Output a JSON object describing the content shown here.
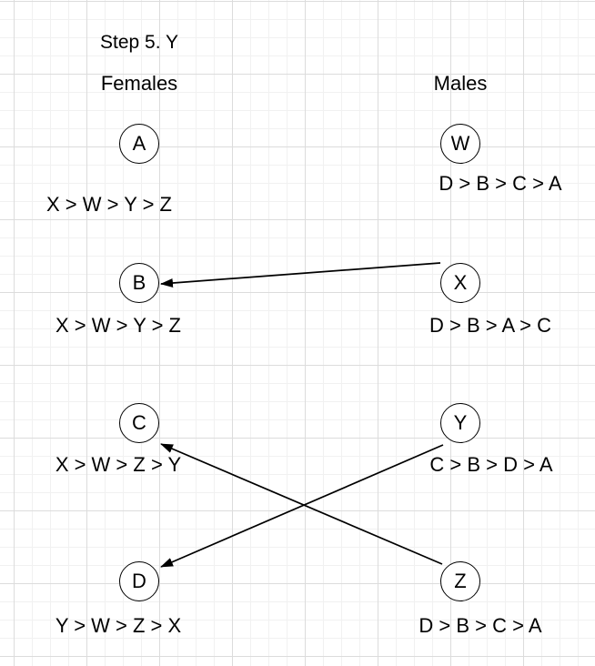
{
  "title": "Step 5. Y",
  "columns": {
    "females": "Females",
    "males": "Males"
  },
  "females": [
    {
      "id": "A",
      "prefs": "X > W > Y > Z"
    },
    {
      "id": "B",
      "prefs": "X > W > Y > Z"
    },
    {
      "id": "C",
      "prefs": "X > W > Z > Y"
    },
    {
      "id": "D",
      "prefs": "Y > W > Z > X"
    }
  ],
  "males": [
    {
      "id": "W",
      "prefs": "D > B > C > A"
    },
    {
      "id": "X",
      "prefs": "D > B > A > C"
    },
    {
      "id": "Y",
      "prefs": "C > B > D > A"
    },
    {
      "id": "Z",
      "prefs": "D > B > C > A"
    }
  ],
  "proposals": [
    {
      "from": "X",
      "to": "B"
    },
    {
      "from": "Y",
      "to": "D"
    },
    {
      "from": "Z",
      "to": "C"
    }
  ]
}
